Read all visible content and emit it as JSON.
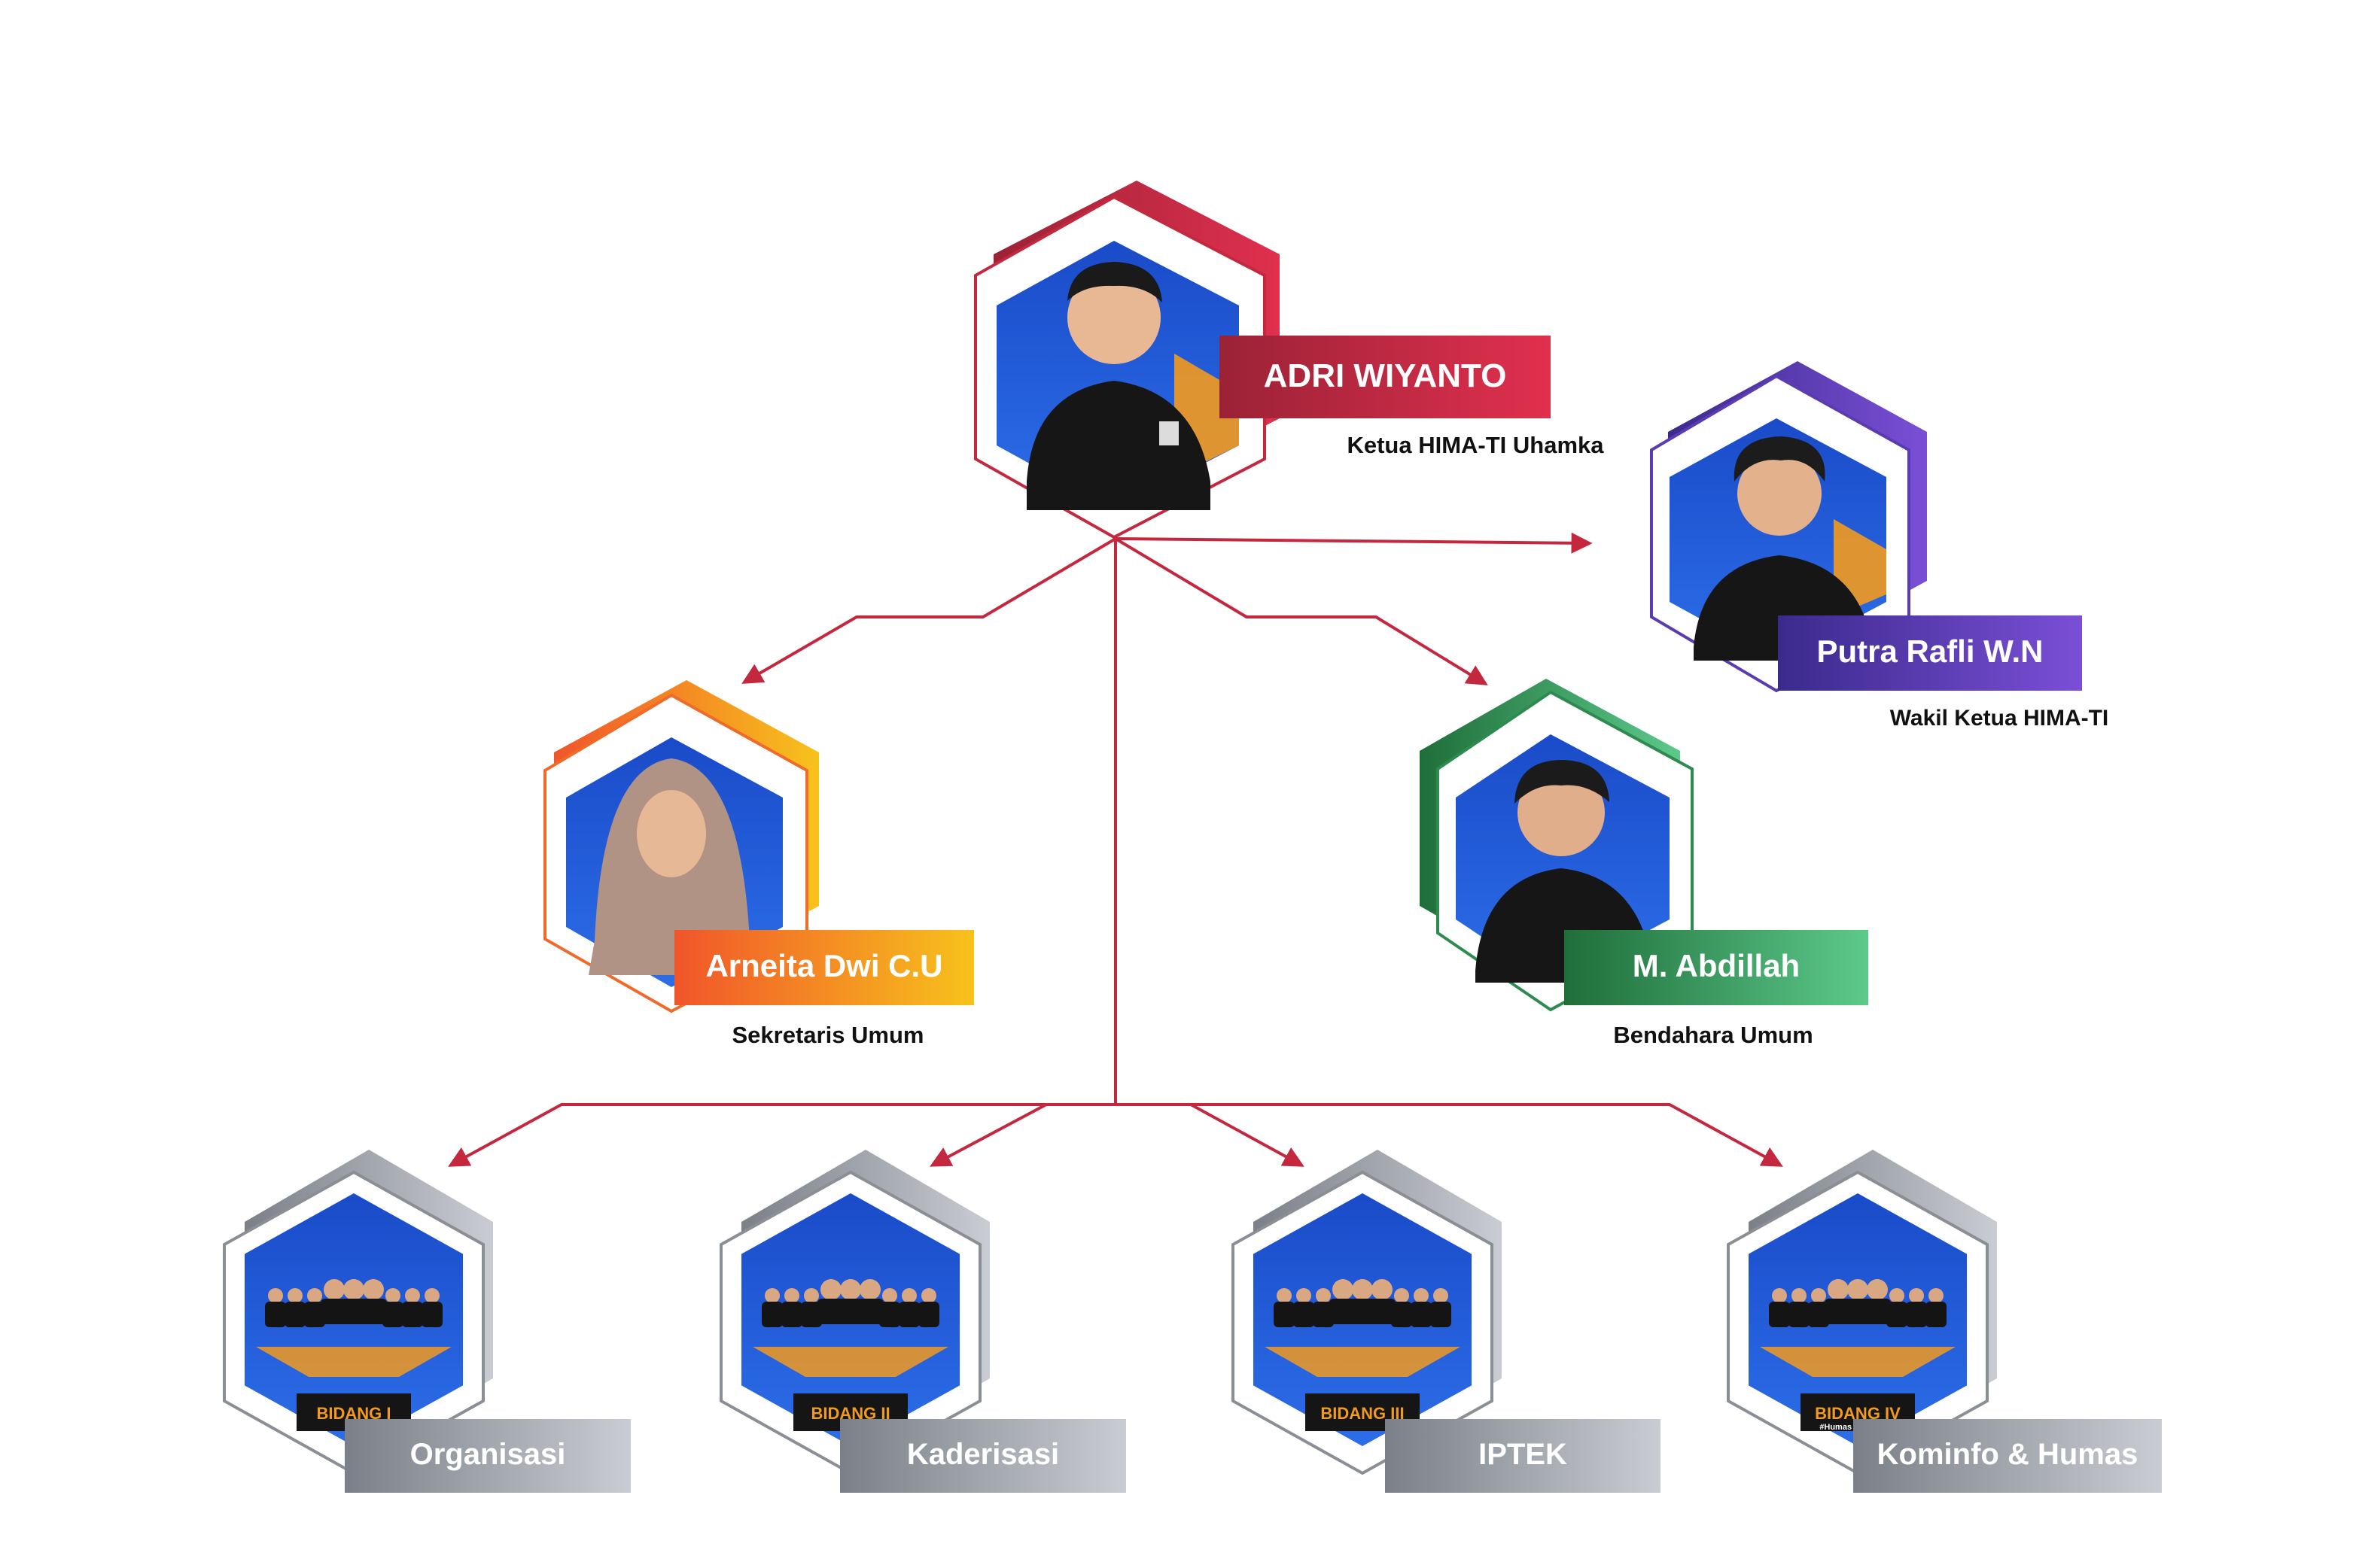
{
  "leader": {
    "name": "ADRI WIYANTO",
    "role": "Ketua HIMA-TI Uhamka",
    "colors": [
      "#9b2236",
      "#e0304e"
    ]
  },
  "vice": {
    "name": "Putra Rafli W.N",
    "role": "Wakil Ketua HIMA-TI",
    "colors": [
      "#3b2a8c",
      "#7a4fd6"
    ]
  },
  "secretary": {
    "name": "Arneita Dwi C.U",
    "role": "Sekretaris Umum",
    "colors": [
      "#f0552a",
      "#f7c21c"
    ]
  },
  "treasurer": {
    "name": "M. Abdillah",
    "role": "Bendahara Umum",
    "colors": [
      "#1f6e3a",
      "#5cc98a"
    ]
  },
  "divisions": [
    {
      "name": "Organisasi",
      "banner": "BIDANG I"
    },
    {
      "name": "Kaderisasi",
      "banner": "BIDANG II"
    },
    {
      "name": "IPTEK",
      "banner": "BIDANG III"
    },
    {
      "name": "Kominfo & Humas",
      "banner": "BIDANG IV",
      "subtitle": "#Humas & Kominfo"
    }
  ],
  "division_colors": [
    "#7b8088",
    "#c9ccd2"
  ],
  "connector_color": "#c4283f",
  "photo_backdrop": "#1a4bc9",
  "photo_accent": "#f29a1e"
}
